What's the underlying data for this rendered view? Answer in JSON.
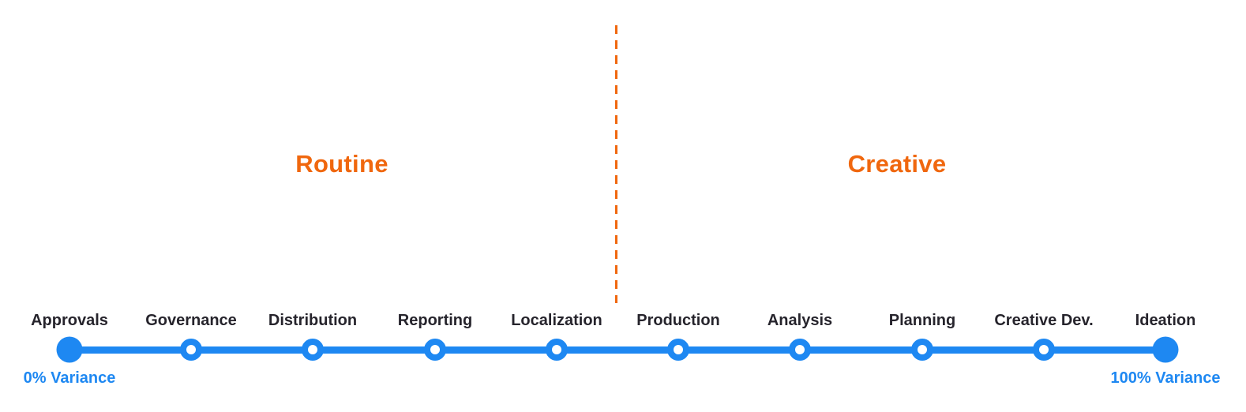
{
  "sections": {
    "routine_label": "Routine",
    "creative_label": "Creative"
  },
  "timeline": {
    "milestones": [
      {
        "label": "Approvals",
        "node_style": "filled"
      },
      {
        "label": "Governance",
        "node_style": "hollow"
      },
      {
        "label": "Distribution",
        "node_style": "hollow"
      },
      {
        "label": "Reporting",
        "node_style": "hollow"
      },
      {
        "label": "Localization",
        "node_style": "hollow"
      },
      {
        "label": "Production",
        "node_style": "hollow"
      },
      {
        "label": "Analysis",
        "node_style": "hollow"
      },
      {
        "label": "Planning",
        "node_style": "hollow"
      },
      {
        "label": "Creative Dev.",
        "node_style": "hollow"
      },
      {
        "label": "Ideation",
        "node_style": "filled"
      }
    ],
    "start_caption": "0% Variance",
    "end_caption": "100% Variance"
  },
  "colors": {
    "accent_blue": "#1e88f2",
    "accent_orange": "#f0670e",
    "label_dark": "#26242c",
    "background": "#ffffff"
  }
}
